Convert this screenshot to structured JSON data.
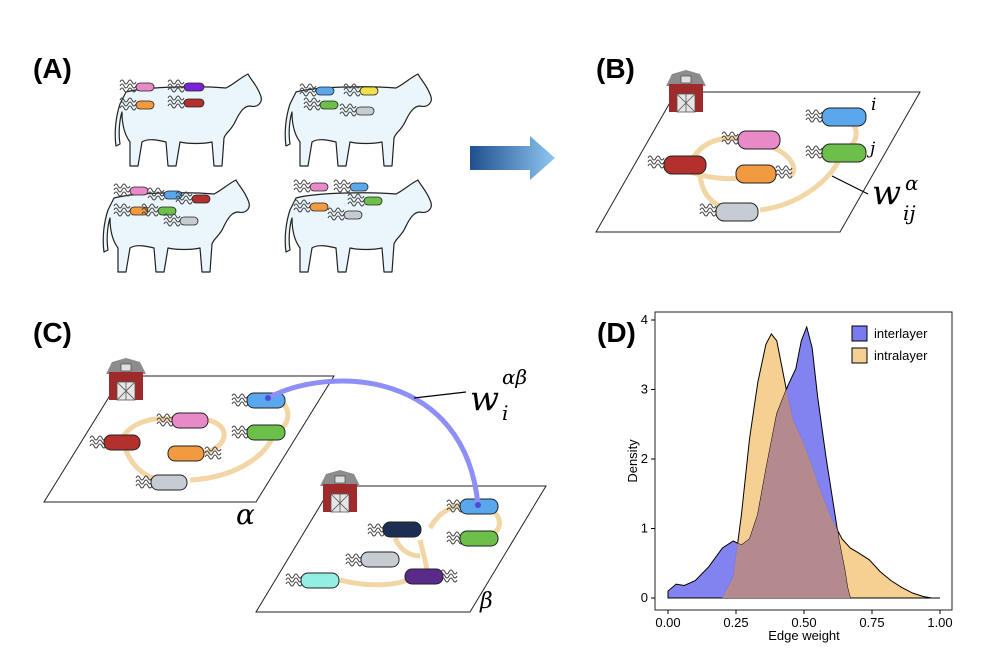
{
  "panels": {
    "a": "(A)",
    "b": "(B)",
    "c": "(C)",
    "d": "(D)"
  },
  "math": {
    "w": "w",
    "alpha": "α",
    "ij": "ij",
    "i": "i",
    "j": "j",
    "alpha_beta": "αβ",
    "beta": "β"
  },
  "colors": {
    "interlayer": "#7b7bf0",
    "intralayer": "#f6cf93",
    "overlap": "#b58a8e",
    "edge": "#f3d6a6",
    "cross_edge": "#8e8ef7",
    "cow_body": "#eaf6fb",
    "barn": "#9e2a2b"
  },
  "icons": [
    "cow-icon",
    "barn-icon",
    "arrow-icon",
    "bacteria-icon"
  ],
  "chart_data": {
    "type": "area",
    "xlabel": "Edge weight",
    "ylabel": "Density",
    "xlim": [
      0,
      1
    ],
    "ylim": [
      0,
      4
    ],
    "xticks": [
      "0.00",
      "0.25",
      "0.50",
      "0.75",
      "1.00"
    ],
    "yticks": [
      "0",
      "1",
      "2",
      "3",
      "4"
    ],
    "legend_position": "top-right",
    "series": [
      {
        "name": "interlayer",
        "color": "#7b7bf0",
        "x": [
          0.0,
          0.03,
          0.06,
          0.1,
          0.15,
          0.2,
          0.24,
          0.27,
          0.3,
          0.33,
          0.36,
          0.4,
          0.44,
          0.47,
          0.49,
          0.51,
          0.53,
          0.55,
          0.58,
          0.61,
          0.63,
          0.65,
          0.66,
          0.67
        ],
        "values": [
          0.1,
          0.2,
          0.18,
          0.25,
          0.45,
          0.72,
          0.82,
          0.76,
          0.85,
          1.2,
          1.85,
          2.65,
          3.05,
          3.3,
          3.7,
          3.9,
          3.6,
          2.9,
          2.05,
          1.3,
          0.8,
          0.4,
          0.15,
          0.0
        ]
      },
      {
        "name": "intralayer",
        "color": "#f6cf93",
        "x": [
          0.2,
          0.24,
          0.27,
          0.3,
          0.33,
          0.36,
          0.38,
          0.4,
          0.42,
          0.44,
          0.46,
          0.49,
          0.52,
          0.56,
          0.6,
          0.64,
          0.67,
          0.7,
          0.74,
          0.78,
          0.82,
          0.86,
          0.9,
          0.94,
          0.97,
          1.0
        ],
        "values": [
          0.0,
          0.3,
          1.2,
          2.3,
          3.1,
          3.65,
          3.8,
          3.7,
          3.3,
          2.9,
          2.55,
          2.3,
          2.0,
          1.55,
          1.15,
          0.85,
          0.72,
          0.65,
          0.55,
          0.38,
          0.25,
          0.15,
          0.07,
          0.02,
          0.0,
          0.0
        ]
      }
    ]
  }
}
